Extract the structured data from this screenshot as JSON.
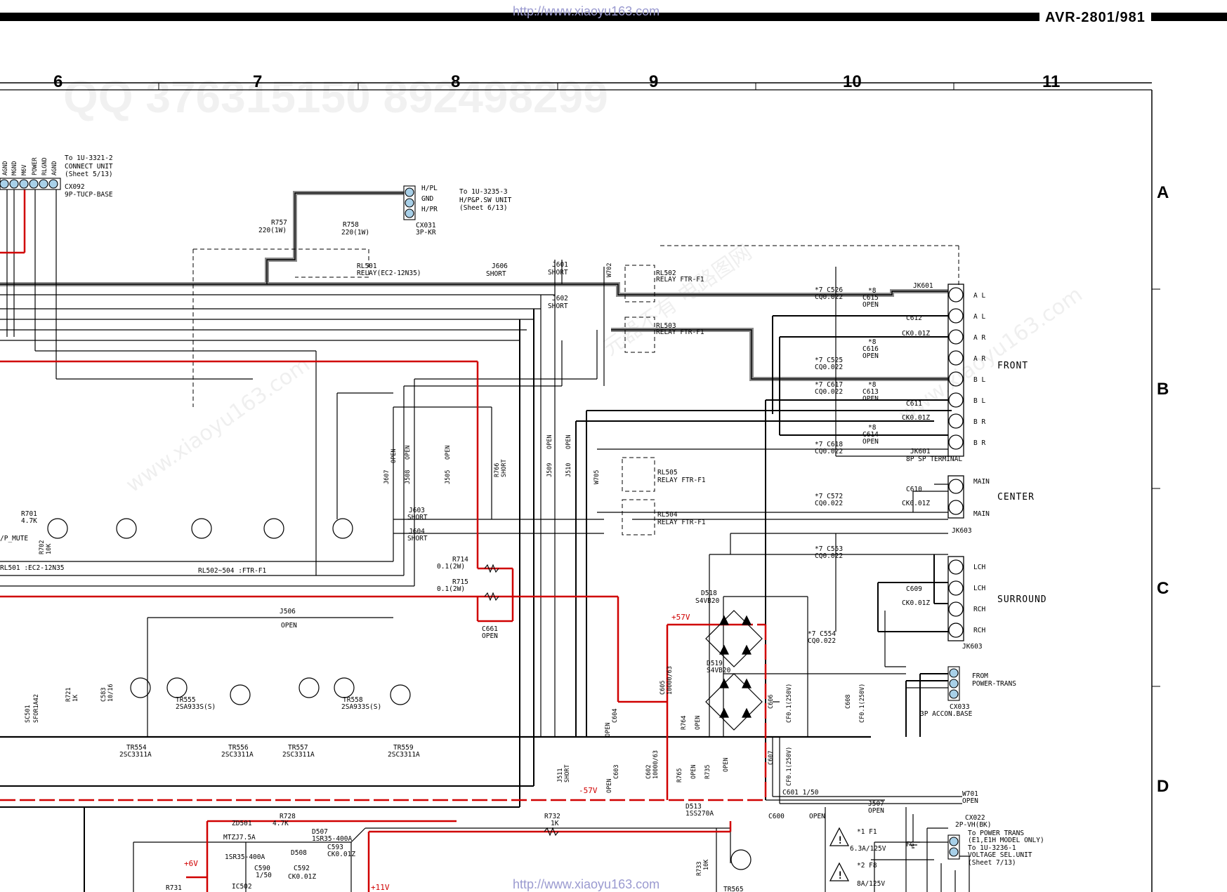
{
  "header": {
    "model": "AVR-2801/981",
    "url": "http://www.xiaoyu163.com"
  },
  "grid": {
    "columns": [
      "6",
      "7",
      "8",
      "9",
      "10",
      "11"
    ],
    "rows": [
      "A",
      "B",
      "C",
      "D"
    ]
  },
  "watermarks": {
    "qq": "QQ 376315150  892498299",
    "site": "www.xiaoyu163.com",
    "cn": "元器不有 电路图网"
  },
  "connectors": {
    "cx092": {
      "pins": [
        "AGND",
        "MGND",
        "M6V",
        "POWER",
        "RLGND",
        "AGND"
      ],
      "ref": "CX092",
      "type": "9P-TUCP-BASE",
      "to_lines": [
        "To 1U-3321-2",
        "CONNECT UNIT",
        "(Sheet 5/13)"
      ]
    },
    "cx031": {
      "pins": [
        "H/PL",
        "GND",
        "H/PR"
      ],
      "ref": "CX031",
      "type": "3P-KR",
      "to_lines": [
        "To 1U-3235-3",
        "H/P&P.SW UNIT",
        "(Sheet 6/13)"
      ]
    },
    "cx033": {
      "ref": "CX033",
      "type": "3P ACCON.BASE",
      "from_lines": [
        "FROM",
        "POWER-TRANS"
      ]
    },
    "cx022": {
      "ref": "CX022",
      "type": "2P-VH(BK)",
      "to_lines": [
        "To POWER TRANS",
        "(E1,E1H MODEL ONLY)",
        "To 1U-3236-1",
        "VOLTAGE SEL.UNIT",
        "(Sheet 7/13)"
      ]
    }
  },
  "terminals": {
    "front": {
      "name": "FRONT",
      "ref": "JK601",
      "type": "8P SP TERMINAL",
      "pins": [
        "A L",
        "A L",
        "A R",
        "A R",
        "B L",
        "B L",
        "B R",
        "B R"
      ]
    },
    "center": {
      "name": "CENTER",
      "ref": "JK603",
      "pins": [
        "MAIN",
        "MAIN"
      ]
    },
    "surround": {
      "name": "SURROUND",
      "ref": "JK603",
      "pins": [
        "LCH",
        "LCH",
        "RCH",
        "RCH"
      ]
    }
  },
  "relays": [
    {
      "ref": "RL501",
      "type": "RELAY(EC2-12N35)"
    },
    {
      "ref": "RL502",
      "type": "RELAY FTR-F1"
    },
    {
      "ref": "RL503",
      "type": "RELAY FTR-F1"
    },
    {
      "ref": "RL505",
      "type": "RELAY FTR-F1"
    },
    {
      "ref": "RL504",
      "type": "RELAY FTR-F1"
    }
  ],
  "jumpers": [
    {
      "ref": "J606",
      "state": "SHORT"
    },
    {
      "ref": "J601",
      "state": "SHORT"
    },
    {
      "ref": "J602",
      "state": "SHORT"
    },
    {
      "ref": "J603",
      "state": "SHORT"
    },
    {
      "ref": "J604",
      "state": "SHORT"
    },
    {
      "ref": "J607",
      "state": "OPEN"
    },
    {
      "ref": "J508",
      "state": "OPEN"
    },
    {
      "ref": "J505",
      "state": "OPEN"
    },
    {
      "ref": "J509",
      "state": "OPEN"
    },
    {
      "ref": "J510",
      "state": "OPEN"
    },
    {
      "ref": "J506",
      "state": "OPEN"
    },
    {
      "ref": "J511",
      "state": "SHORT"
    },
    {
      "ref": "J507",
      "state": "OPEN"
    }
  ],
  "labels": {
    "r757": [
      "R757",
      "220(1W)"
    ],
    "r758": [
      "R758",
      "220(1W)"
    ],
    "w702": "W702",
    "w705": "W705",
    "w701": [
      "W701",
      "OPEN"
    ],
    "r766": [
      "R766",
      "SHORT"
    ],
    "c526": [
      "*7 C526",
      "CQ0.022"
    ],
    "c525": [
      "*7 C525",
      "CQ0.022"
    ],
    "c617": [
      "*7 C617",
      "CQ0.022"
    ],
    "c618": [
      "*7 C618",
      "CQ0.022"
    ],
    "c572": [
      "*7 C572",
      "CQ0.022"
    ],
    "c553": [
      "*7 C553",
      "CQ0.022"
    ],
    "c554": [
      "*7 C554",
      "CQ0.022"
    ],
    "c615": [
      "*8",
      "C615",
      "OPEN"
    ],
    "c616": [
      "*8",
      "C616",
      "OPEN"
    ],
    "c613": [
      "*8",
      "C613",
      "OPEN"
    ],
    "c614": [
      "*8",
      "C614",
      "OPEN"
    ],
    "c612": [
      "C612",
      "CK0.01Z"
    ],
    "c611": [
      "C611",
      "CK0.01Z"
    ],
    "c610": [
      "C610",
      "CK0.01Z"
    ],
    "c609": [
      "C609",
      "CK0.01Z"
    ],
    "r714": [
      "R714",
      "0.1(2W)"
    ],
    "r715": [
      "R715",
      "0.1(2W)"
    ],
    "c661": [
      "C661",
      "OPEN"
    ],
    "d518": [
      "D518",
      "S4VB20"
    ],
    "d519": [
      "D519",
      "S4VB20"
    ],
    "plus57": "+57V",
    "minus57": "-57V",
    "plus6": "+6V",
    "plus11": "+11V",
    "r701": [
      "R701",
      "4.7K"
    ],
    "r702": [
      "R702",
      "10K"
    ],
    "rl501_note": "RL501 :EC2-12N35",
    "rl502_note": "RL502~504 :FTR-F1",
    "mute": "/P_MUTE",
    "c600": [
      "C600",
      "OPEN"
    ],
    "c601": "C601 1/50",
    "r728": [
      "R728",
      "4.7K"
    ],
    "r732": [
      "R732",
      "1K"
    ],
    "zd501": "ZD501",
    "mtzj": "MTZJ7.5A",
    "d507": [
      "D507",
      "1SR35-400A"
    ],
    "d508": "D508",
    "c593": [
      "C593",
      "CK0.01Z"
    ],
    "c590": [
      "C590",
      "1/50"
    ],
    "c592": [
      "C592",
      "CK0.01Z"
    ],
    "d513": [
      "D513",
      "1SS270A"
    ],
    "f1": [
      "*1 F1",
      "6.3A/125V"
    ],
    "f8": [
      "*2 F8",
      "8A/125V"
    ],
    "fg": "FG",
    "r731": "R731",
    "ic502": "IC502",
    "tr565": "TR565",
    "r733": [
      "R733",
      "10K"
    ],
    "sc501": [
      "SC501",
      "SFOR1A42"
    ],
    "r721": [
      "R721",
      "1K"
    ],
    "c583": [
      "C583",
      "10/16"
    ],
    "tr554": [
      "TR554",
      "2SC3311A"
    ],
    "tr555": [
      "TR555",
      "2SA933S(S)"
    ],
    "tr556": [
      "TR556",
      "2SC3311A"
    ],
    "tr557": [
      "TR557",
      "2SC3311A"
    ],
    "tr558": [
      "TR558",
      "2SA933S(S)"
    ],
    "tr559": [
      "TR559",
      "2SC3311A"
    ],
    "c605": [
      "C605",
      "10000/63"
    ],
    "c602": [
      "C602",
      "10000/63"
    ],
    "c606": [
      "C606",
      "CF0.1(250V)"
    ],
    "c607": [
      "C607",
      "CF0.1(250V)"
    ],
    "c608": [
      "C608",
      "CF0.1(250V)"
    ],
    "r764": [
      "R764",
      "OPEN"
    ],
    "r765": [
      "R765",
      "OPEN"
    ],
    "r735": [
      "R735",
      "OPEN"
    ],
    "c604": [
      "OPEN",
      "C604"
    ],
    "c603": [
      "C603",
      "OPEN"
    ]
  },
  "colors": {
    "red_trace": "#d00000",
    "gray_trace": "#8a8a8a",
    "ink": "#000000"
  }
}
